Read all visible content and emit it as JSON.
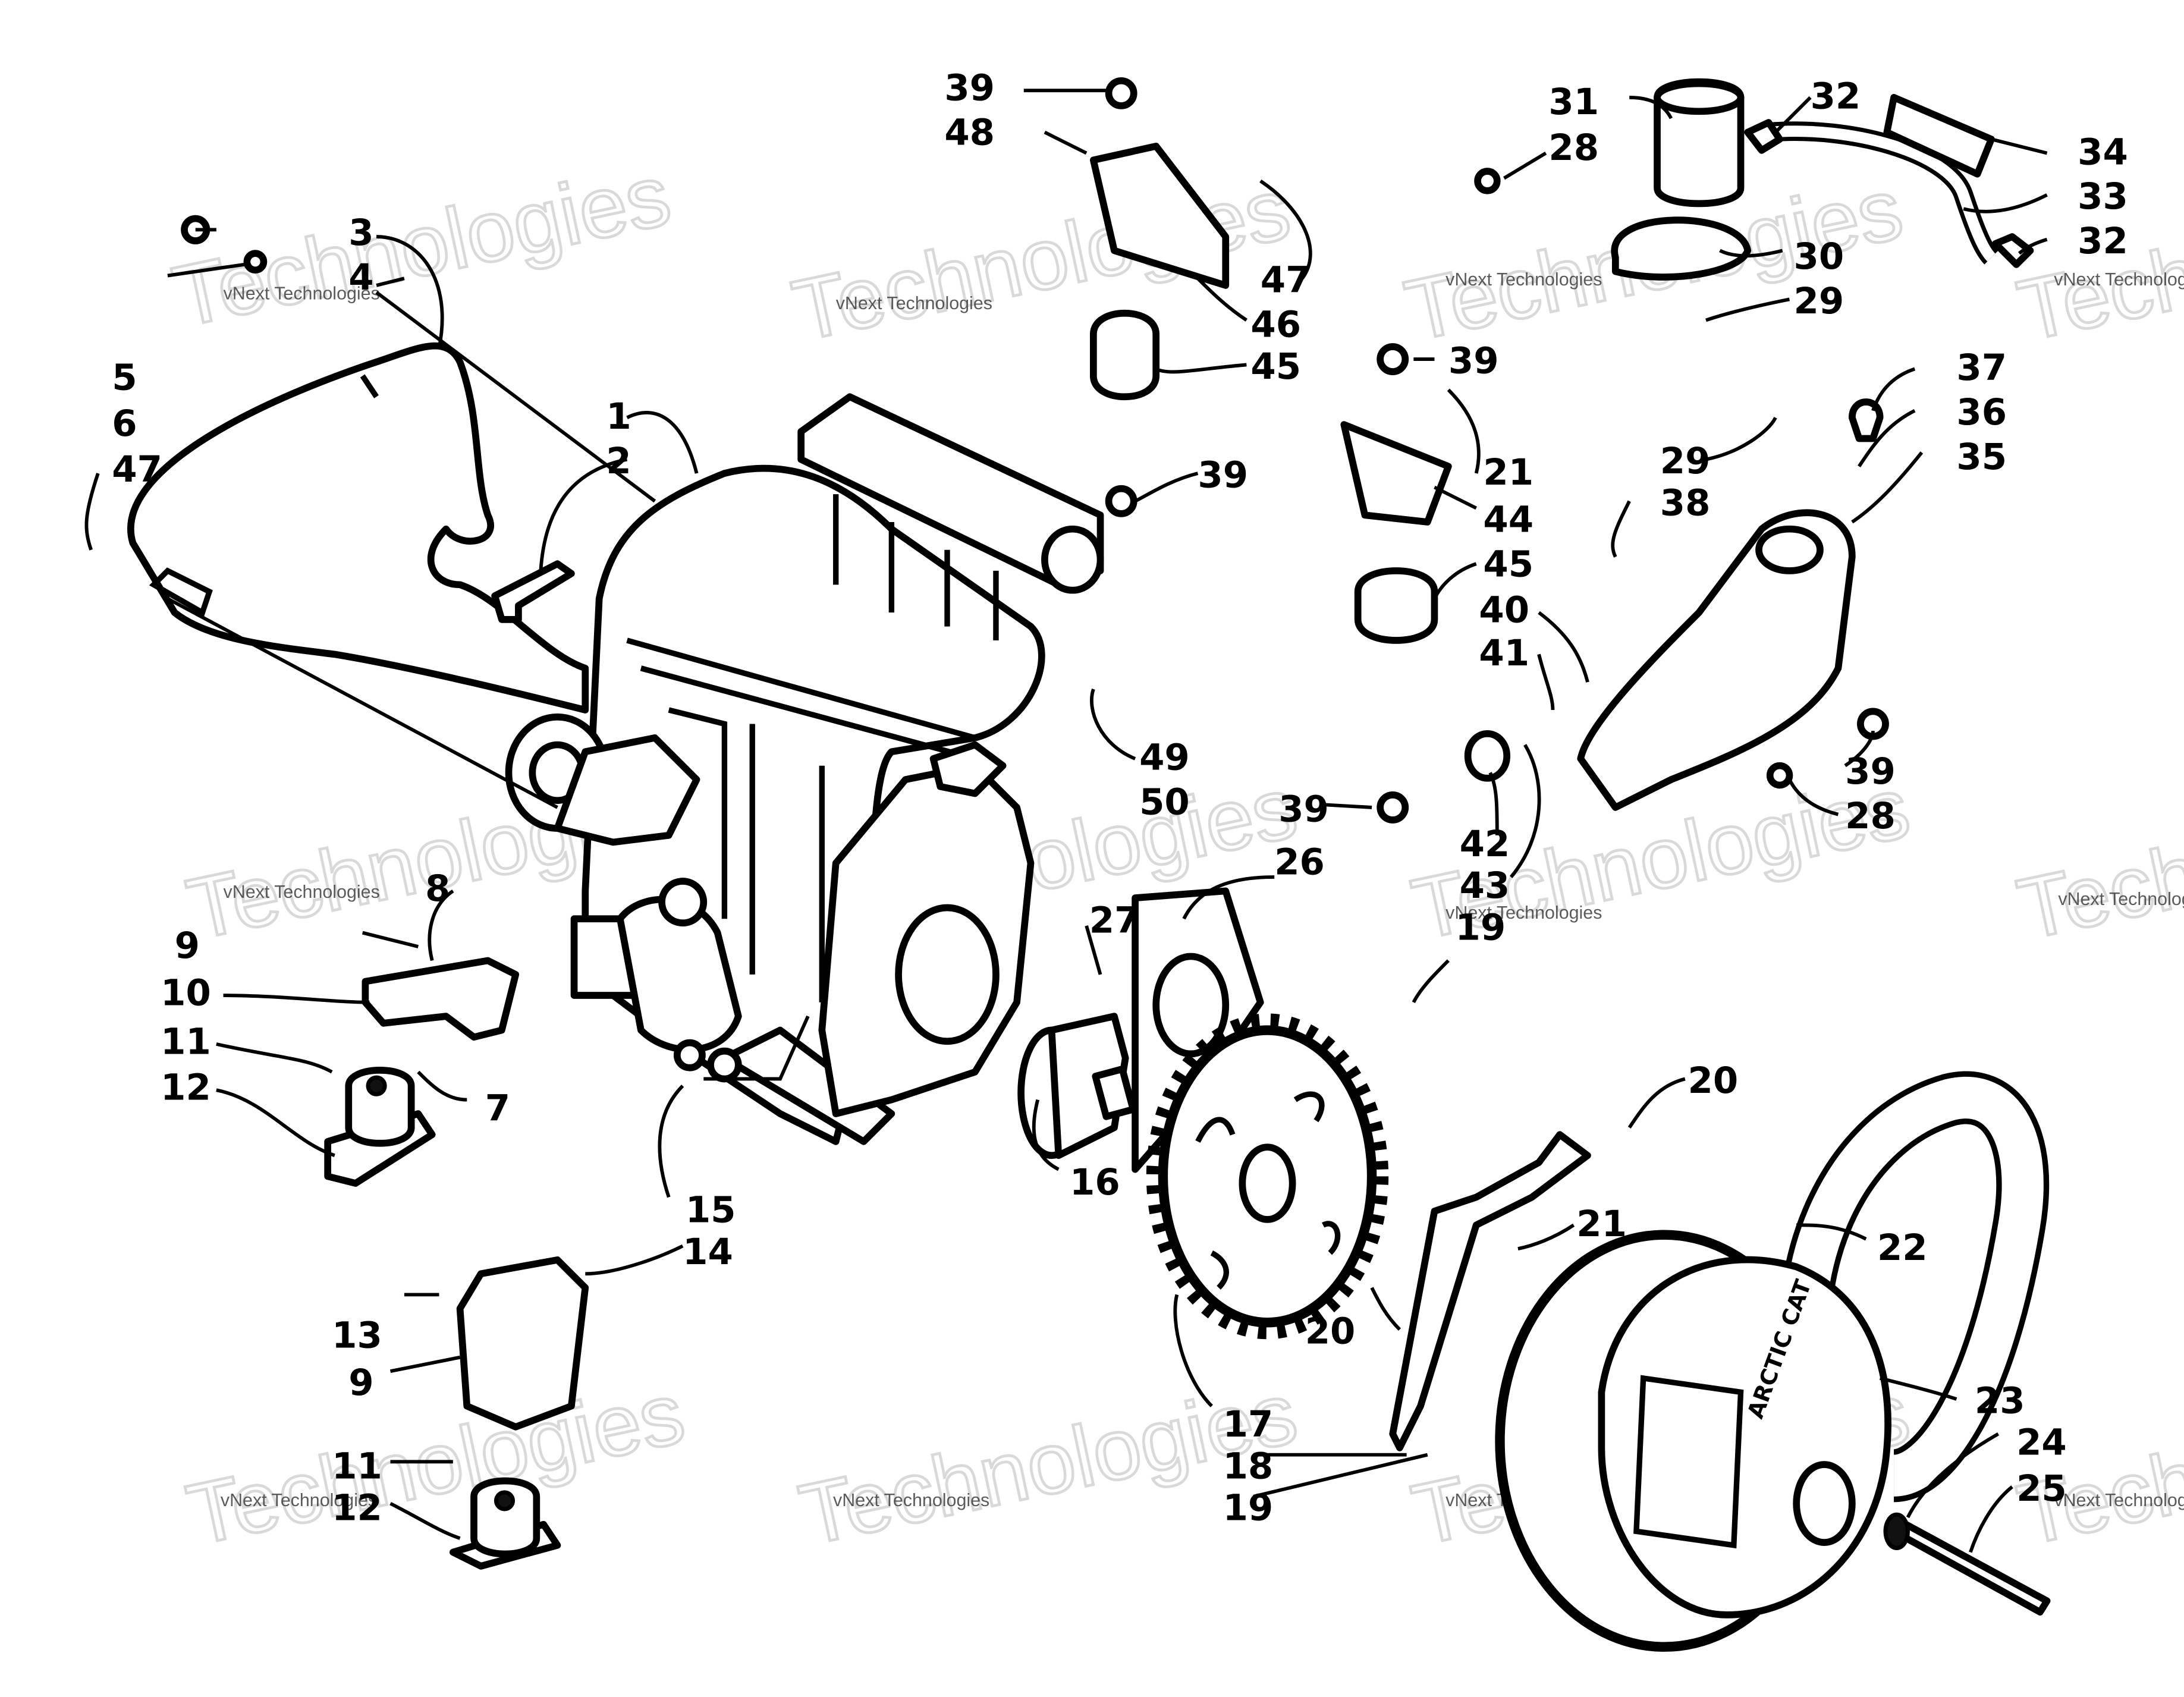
{
  "watermark": {
    "brand": "vNext Technologies",
    "line1": "vNext",
    "line2": "Technologies"
  },
  "callouts": [
    {
      "id": "c1",
      "label": "1"
    },
    {
      "id": "c2",
      "label": "2"
    },
    {
      "id": "c3",
      "label": "3"
    },
    {
      "id": "c4",
      "label": "4"
    },
    {
      "id": "c5",
      "label": "5"
    },
    {
      "id": "c6",
      "label": "6"
    },
    {
      "id": "c47a",
      "label": "47"
    },
    {
      "id": "c8",
      "label": "8"
    },
    {
      "id": "c9a",
      "label": "9"
    },
    {
      "id": "c10",
      "label": "10"
    },
    {
      "id": "c11a",
      "label": "11"
    },
    {
      "id": "c12a",
      "label": "12"
    },
    {
      "id": "c7",
      "label": "7"
    },
    {
      "id": "c15",
      "label": "15"
    },
    {
      "id": "c14",
      "label": "14"
    },
    {
      "id": "c13",
      "label": "13"
    },
    {
      "id": "c9b",
      "label": "9"
    },
    {
      "id": "c11b",
      "label": "11"
    },
    {
      "id": "c12b",
      "label": "12"
    },
    {
      "id": "c16",
      "label": "16"
    },
    {
      "id": "c17",
      "label": "17"
    },
    {
      "id": "c18",
      "label": "18"
    },
    {
      "id": "c19b",
      "label": "19"
    },
    {
      "id": "c20b",
      "label": "20"
    },
    {
      "id": "c21b",
      "label": "21"
    },
    {
      "id": "c22",
      "label": "22"
    },
    {
      "id": "c23",
      "label": "23"
    },
    {
      "id": "c24",
      "label": "24"
    },
    {
      "id": "c25",
      "label": "25"
    },
    {
      "id": "c20a",
      "label": "20"
    },
    {
      "id": "c19a",
      "label": "19"
    },
    {
      "id": "c26",
      "label": "26"
    },
    {
      "id": "c27",
      "label": "27"
    },
    {
      "id": "c39a",
      "label": "39"
    },
    {
      "id": "c48",
      "label": "48"
    },
    {
      "id": "c47b",
      "label": "47"
    },
    {
      "id": "c46",
      "label": "46"
    },
    {
      "id": "c45a",
      "label": "45"
    },
    {
      "id": "c39b",
      "label": "39"
    },
    {
      "id": "c49",
      "label": "49"
    },
    {
      "id": "c50",
      "label": "50"
    },
    {
      "id": "c39c",
      "label": "39"
    },
    {
      "id": "c21a",
      "label": "21"
    },
    {
      "id": "c44",
      "label": "44"
    },
    {
      "id": "c45b",
      "label": "45"
    },
    {
      "id": "c39d",
      "label": "39"
    },
    {
      "id": "c31",
      "label": "31"
    },
    {
      "id": "c32a",
      "label": "32"
    },
    {
      "id": "c28a",
      "label": "28"
    },
    {
      "id": "c30",
      "label": "30"
    },
    {
      "id": "c29a",
      "label": "29"
    },
    {
      "id": "c34",
      "label": "34"
    },
    {
      "id": "c33",
      "label": "33"
    },
    {
      "id": "c32b",
      "label": "32"
    },
    {
      "id": "c37",
      "label": "37"
    },
    {
      "id": "c36",
      "label": "36"
    },
    {
      "id": "c35",
      "label": "35"
    },
    {
      "id": "c29b",
      "label": "29"
    },
    {
      "id": "c38",
      "label": "38"
    },
    {
      "id": "c40",
      "label": "40"
    },
    {
      "id": "c41",
      "label": "41"
    },
    {
      "id": "c39e",
      "label": "39"
    },
    {
      "id": "c28b",
      "label": "28"
    },
    {
      "id": "c42",
      "label": "42"
    },
    {
      "id": "c43",
      "label": "43"
    }
  ],
  "clutch_text": "ARCTIC CAT"
}
